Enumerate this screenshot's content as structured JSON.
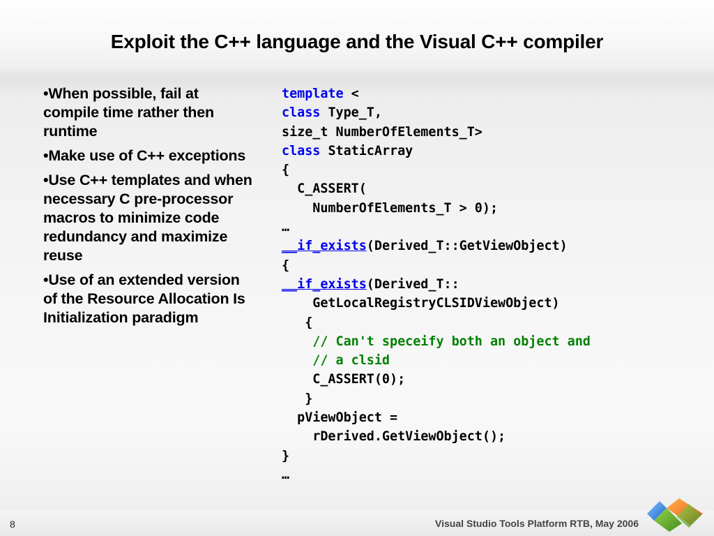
{
  "slide": {
    "title": "Exploit the C++ language and the Visual C++ compiler",
    "page_number": "8",
    "footer": "Visual Studio Tools Platform RTB, May 2006",
    "logo_icon": "visual-studio-logo-icon"
  },
  "bullets": [
    {
      "marker": "•",
      "text": "When possible, fail at compile time rather then runtime"
    },
    {
      "marker": "•",
      "text": "Make use of C++ exceptions"
    },
    {
      "marker": "•",
      "text": "Use C++ templates and when necessary C pre-processor macros to minimize code redundancy and maximize reuse"
    },
    {
      "marker": "•",
      "text": "Use of an extended version of the Resource Allocation Is Initialization paradigm"
    }
  ],
  "code": {
    "l1_kw": "template",
    "l1_rest": " <",
    "l2_kw": "class",
    "l2_rest": " Type_T,",
    "l3": "size_t NumberOfElements_T>",
    "l4_kw": "class",
    "l4_rest": " StaticArray",
    "l5": "{",
    "l6": "  C_ASSERT(",
    "l7": "    NumberOfElements_T > 0);",
    "l8": "…",
    "l9_kw": "__if_exists",
    "l9_rest": "(Derived_T::GetViewObject)",
    "l10": "{",
    "l11_kw": "__if_exists",
    "l11_rest": "(Derived_T::",
    "l12": "    GetLocalRegistryCLSIDViewObject)",
    "l13": "   {",
    "l14_cm": "    // Can't speceify both an object and",
    "l15_cm": "    // a clsid",
    "l16": "    C_ASSERT(0);",
    "l17": "   }",
    "l18": "  pViewObject =",
    "l19": "    rDerived.GetViewObject();",
    "l20": "}",
    "l21": "…"
  },
  "colors": {
    "keyword": "#0000ee",
    "comment": "#008000",
    "text": "#000000"
  }
}
